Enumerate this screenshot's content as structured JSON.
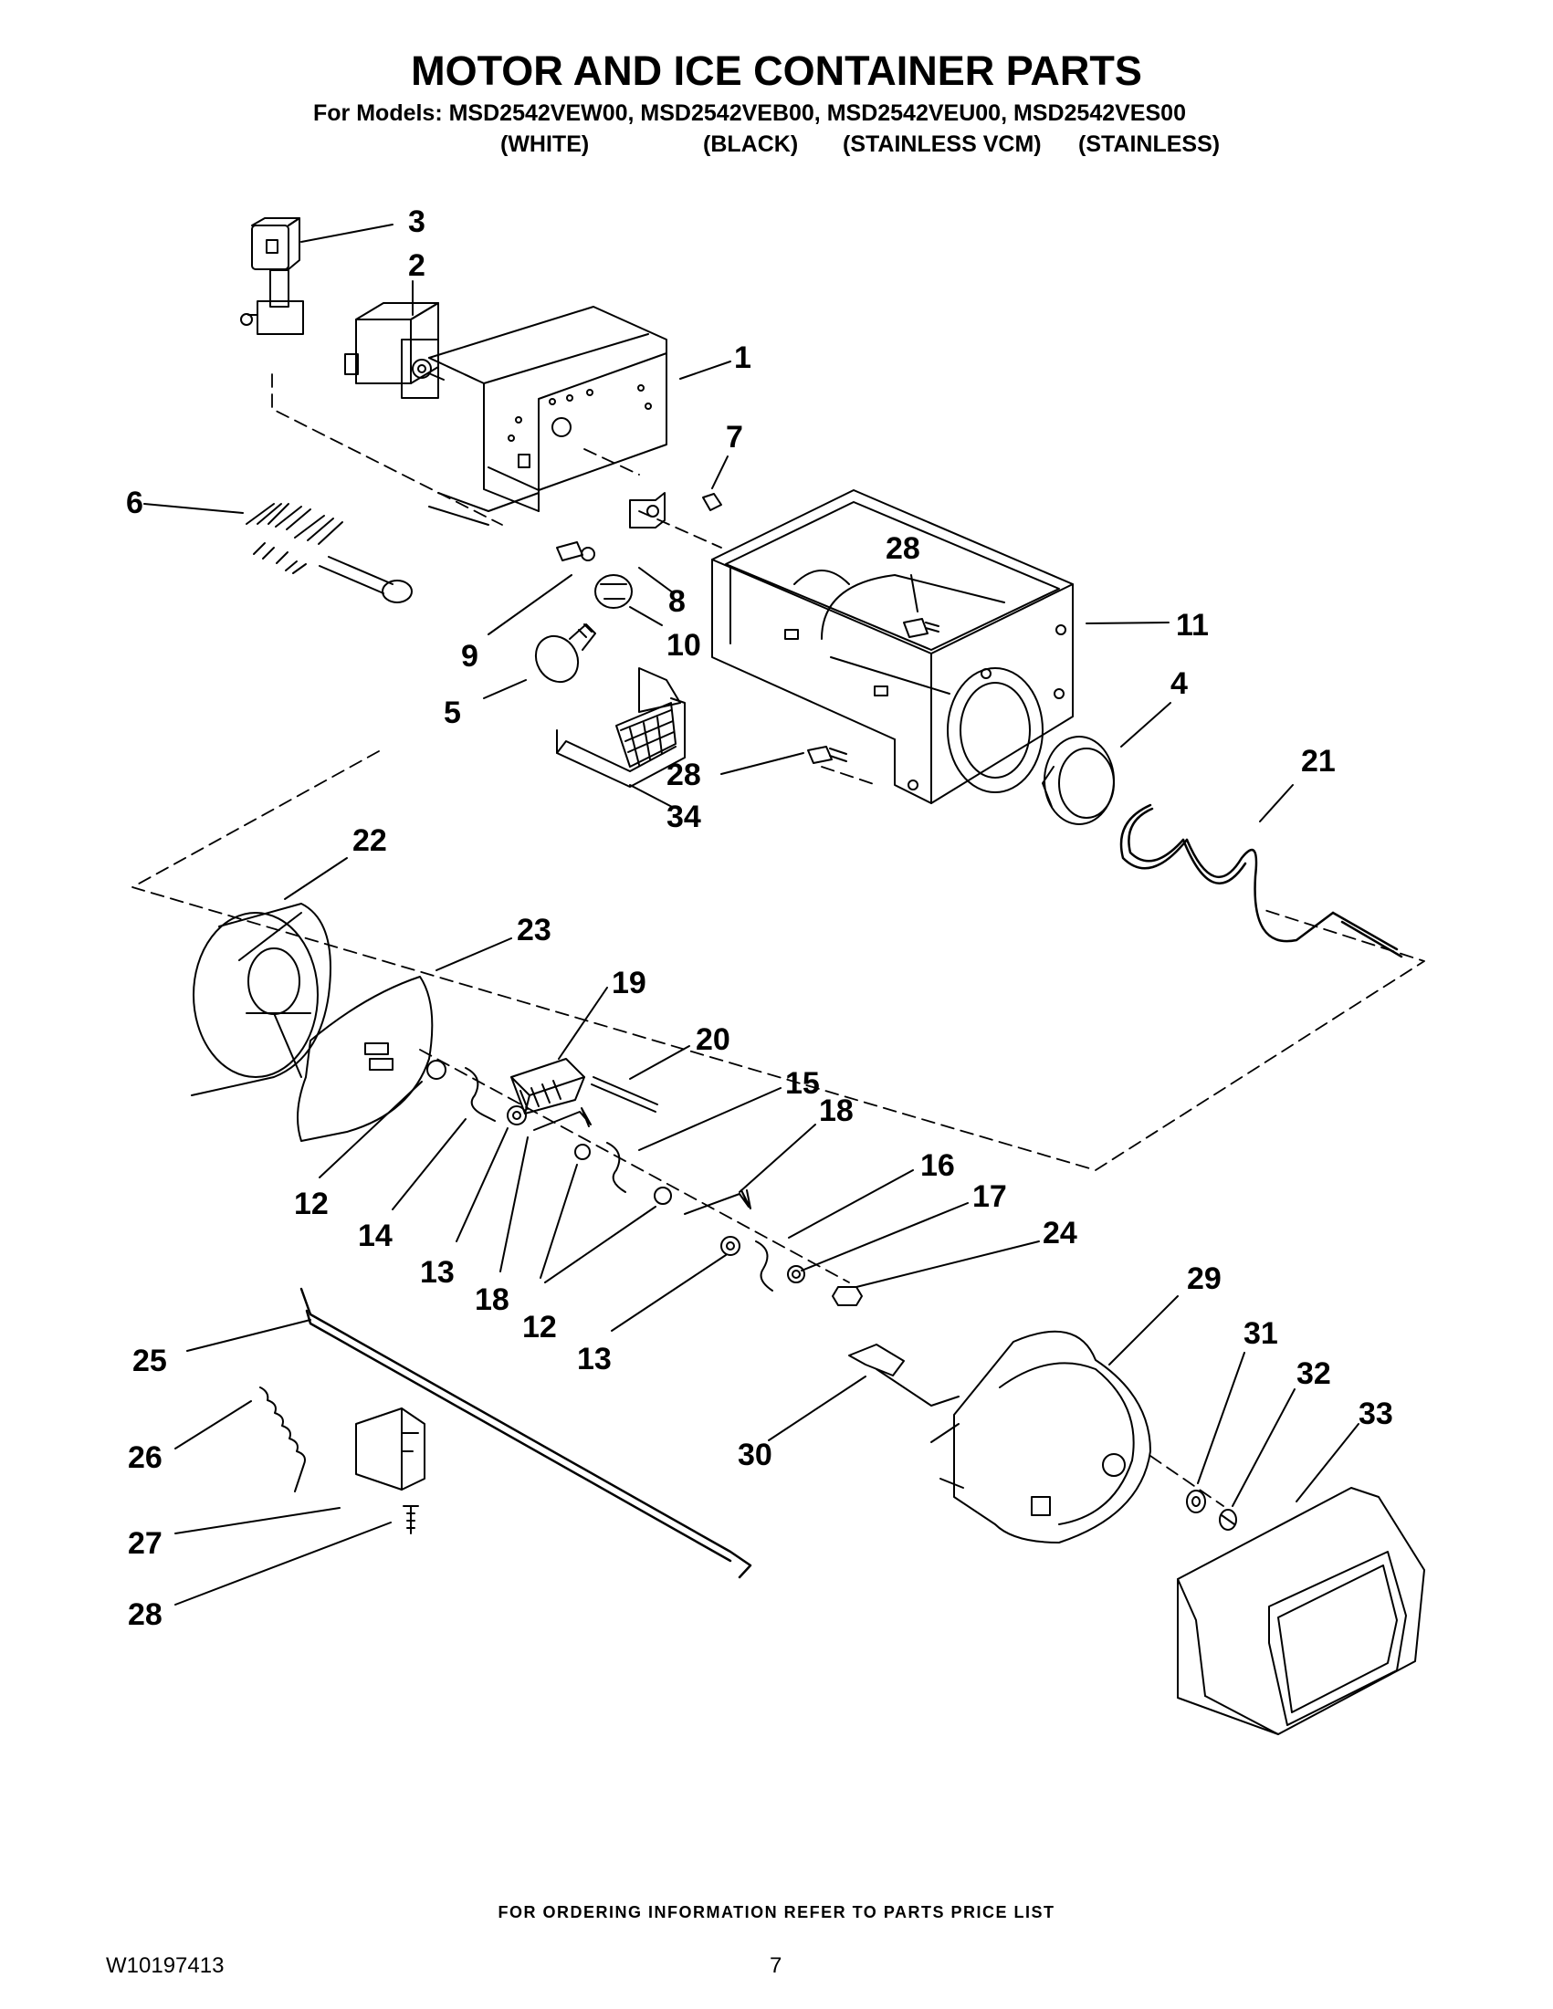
{
  "title": "MOTOR AND ICE CONTAINER PARTS",
  "models_line": "For Models: MSD2542VEW00, MSD2542VEB00, MSD2542VEU00, MSD2542VES00",
  "color_labels": [
    "(WHITE)",
    "(BLACK)",
    "(STAINLESS VCM)",
    "(STAINLESS)"
  ],
  "callouts": [
    "1",
    "2",
    "3",
    "4",
    "5",
    "6",
    "7",
    "8",
    "9",
    "10",
    "11",
    "28",
    "28",
    "34",
    "21",
    "22",
    "23",
    "19",
    "20",
    "15",
    "18",
    "16",
    "17",
    "24",
    "12",
    "14",
    "13",
    "18",
    "12",
    "13",
    "25",
    "26",
    "27",
    "28",
    "29",
    "30",
    "31",
    "32",
    "33"
  ],
  "footer_note": "FOR ORDERING INFORMATION REFER TO PARTS PRICE LIST",
  "doc_number": "W10197413",
  "page_number": "7"
}
